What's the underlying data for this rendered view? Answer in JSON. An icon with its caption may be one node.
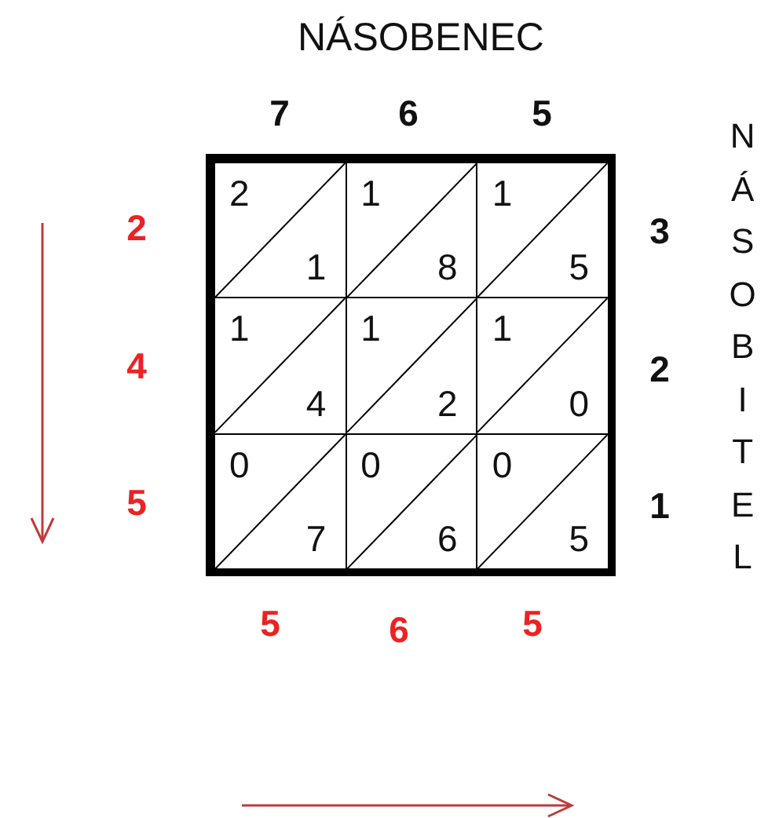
{
  "diagram": {
    "title": "NÁSOBENEC",
    "nodes": [
      {
        "text": [
          "2",
          "1"
        ]
      },
      {
        "text": [
          "1",
          "8"
        ]
      },
      {
        "text": [
          "1",
          "5"
        ]
      },
      {
        "text": [
          "1",
          "4"
        ]
      },
      {
        "text": [
          "1",
          "2"
        ]
      },
      {
        "text": [
          "1",
          "0"
        ]
      },
      {
        "text": [
          "0",
          "7"
        ]
      },
      {
        "text": [
          "0",
          "6"
        ]
      },
      {
        "text": [
          "0",
          "5"
        ]
      }
    ],
    "labels": [
      "7",
      "6",
      "5",
      "NÁSOBITEL",
      "2",
      "3",
      "4",
      "2",
      "5",
      "1",
      "5",
      "6",
      "5"
    ]
  }
}
